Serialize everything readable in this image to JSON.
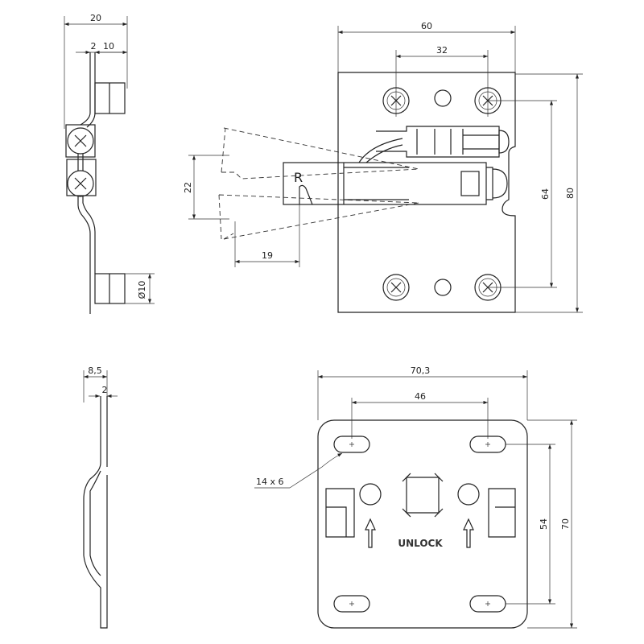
{
  "top_side_view": {
    "dim_width": "20",
    "dim_plate": "2",
    "dim_offset": "10",
    "dim_diameter": "Ø10"
  },
  "top_front_view": {
    "dim_width": "60",
    "dim_hole_spacing": "32",
    "dim_hole_vertical": "64",
    "dim_height": "80",
    "dim_swing": "22",
    "dim_reach": "19",
    "latch_marking": "R"
  },
  "bottom_side_view": {
    "dim_total": "8,5",
    "dim_plate": "2"
  },
  "bottom_front_view": {
    "dim_width": "70,3",
    "dim_slot_spacing": "46",
    "slot_label": "14 x 6",
    "dim_slot_vertical": "54",
    "dim_height": "70",
    "marking": "UNLOCK"
  }
}
